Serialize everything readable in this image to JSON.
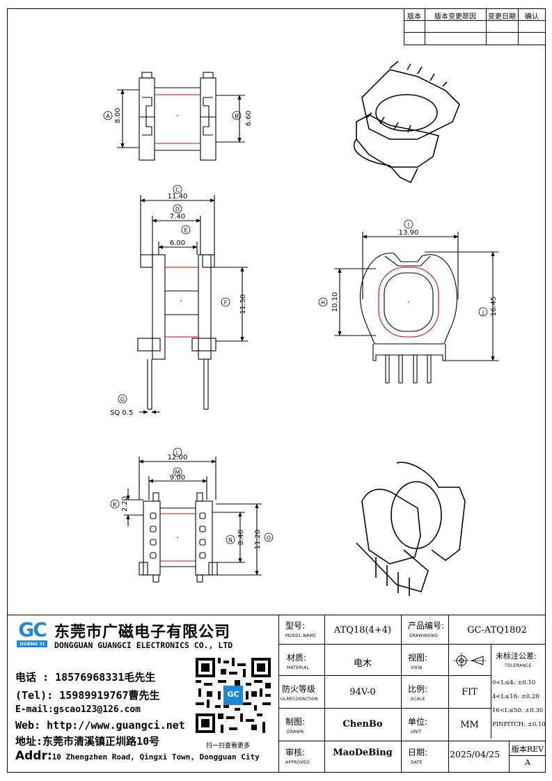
{
  "revision_table": {
    "headers": [
      "版本",
      "版本变更原因",
      "变更日期",
      "确认"
    ]
  },
  "dimensions": {
    "A": {
      "circle": "A",
      "value": "8.00"
    },
    "B": {
      "circle": "B",
      "value": "6.60"
    },
    "C": {
      "circle": "C",
      "value": "11.40"
    },
    "D": {
      "circle": "D",
      "value": "7.40"
    },
    "E": {
      "circle": "E",
      "value": "6.00"
    },
    "F": {
      "circle": "F",
      "value": "11.50"
    },
    "G": {
      "circle": "G",
      "value": "SQ  0.5"
    },
    "H": {
      "circle": "H",
      "value": "10.10"
    },
    "I": {
      "circle": "I",
      "value": "13.90"
    },
    "J": {
      "circle": "J",
      "value": "16.45"
    },
    "K": {
      "circle": "K",
      "value": "2.20"
    },
    "L": {
      "circle": "L",
      "value": "12.00"
    },
    "M": {
      "circle": "M",
      "value": "9.00"
    },
    "N": {
      "circle": "N",
      "value": "8.40"
    },
    "O": {
      "circle": "O",
      "value": "11.20"
    }
  },
  "company": {
    "logo_text": "GC",
    "logo_sub": "GUANG CI",
    "name_cn": "东莞市广磁电子有限公司",
    "name_en": "DONGGUAN GUANGCI ELECTRONICS CO., LTD",
    "phone1": "电话 : 18576968331毛先生",
    "phone2": "(Tel): 15989919767曹先生",
    "email": "E-mail:gscao123@126.com",
    "web": "Web: http://www.guangci.net",
    "address_cn": "地址:东莞市清溪镇正圳路10号",
    "address_en_label": "Addr:",
    "address_en": "10 Zhengzhen Road, Qingxi Town, Dongguan City",
    "qr_caption": "扫一扫查看更多",
    "qr_center": "GC"
  },
  "title_block": {
    "model_label": "型号:",
    "model_sub": "MODEL NAME",
    "model_value": "ATQ18(4+4)",
    "drawingno_label": "产品编号:",
    "drawingno_sub": "DRAWINGNO",
    "drawingno_value": "GC-ATQ1802",
    "material_label": "材质:",
    "material_sub": "MATERIAL",
    "material_value": "电木",
    "view_label": "视图:",
    "view_sub": "VIEW",
    "tolerance_label": "未标注公差:",
    "tolerance_sub": "TOLERANCE",
    "fire_label": "防火等级",
    "fire_sub": "ULRECOGNITION",
    "fire_value": "94V-0",
    "scale_label": "比例:",
    "scale_sub": "SCALE",
    "scale_value": "FIT",
    "tol1": "0<L≤4: ±0.10",
    "tol2": "4<L≤16: ±0.20",
    "tol3": "16<L≤50: ±0.30",
    "tol4": "PINPITCH: ±0.10",
    "drawn_label": "制图:",
    "drawn_sub": "DRAWN",
    "drawn_value": "ChenBo",
    "unit_label": "单位:",
    "unit_sub": "UNIT",
    "unit_value": "MM",
    "approved_label": "审核:",
    "approved_sub": "APPROVED",
    "approved_value": "MaoDeBing",
    "date_label": "日期:",
    "date_sub": "DATE",
    "date_value": "2025/04/25",
    "rev_label": "版本REV",
    "rev_value": "A"
  }
}
